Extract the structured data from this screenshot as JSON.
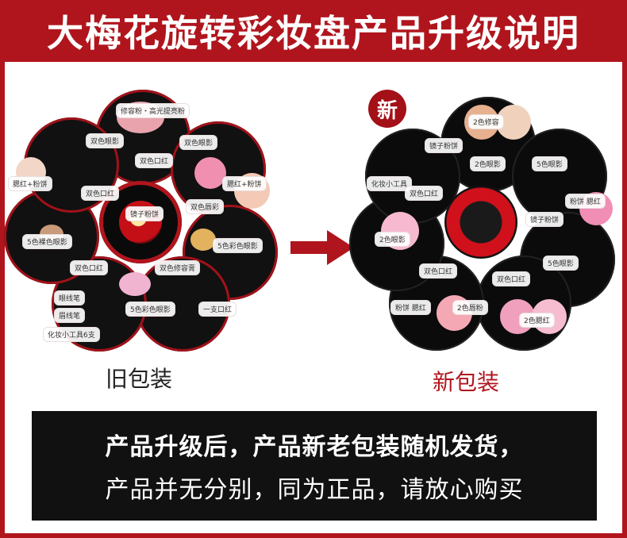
{
  "title": "大梅花旋转彩妆盘产品升级说明",
  "new_badge": "新",
  "old_product": {
    "caption": "旧包装",
    "labels": [
      "修容粉・高光提亮粉",
      "双色眼影",
      "双色眼影",
      "双色口红",
      "腮红+粉饼",
      "腮红+粉饼",
      "双色口红",
      "双色唇彩",
      "镜子粉饼",
      "5色裸色眼影",
      "5色彩色眼影",
      "双色口红",
      "双色修容膏",
      "眼线笔",
      "眉线笔",
      "化妆小工具6支",
      "5色彩色眼影",
      "一支口红"
    ]
  },
  "new_product": {
    "caption": "新包装",
    "labels": [
      "2色修容",
      "镜子粉饼",
      "2色眼影",
      "5色眼影",
      "化妆小工具",
      "双色口红",
      "粉饼 腮红",
      "镜子粉饼",
      "2色眼影",
      "5色眼影",
      "双色口红",
      "双色口红",
      "粉饼 腮红",
      "2色唇粉",
      "2色腮红"
    ]
  },
  "bottom": {
    "line1": "产品升级后，产品新老包装随机发货，",
    "line2": "产品并无分别，同为正品，请放心购买"
  },
  "colors": {
    "brand_red": "#b0151d",
    "dark": "#111111"
  }
}
